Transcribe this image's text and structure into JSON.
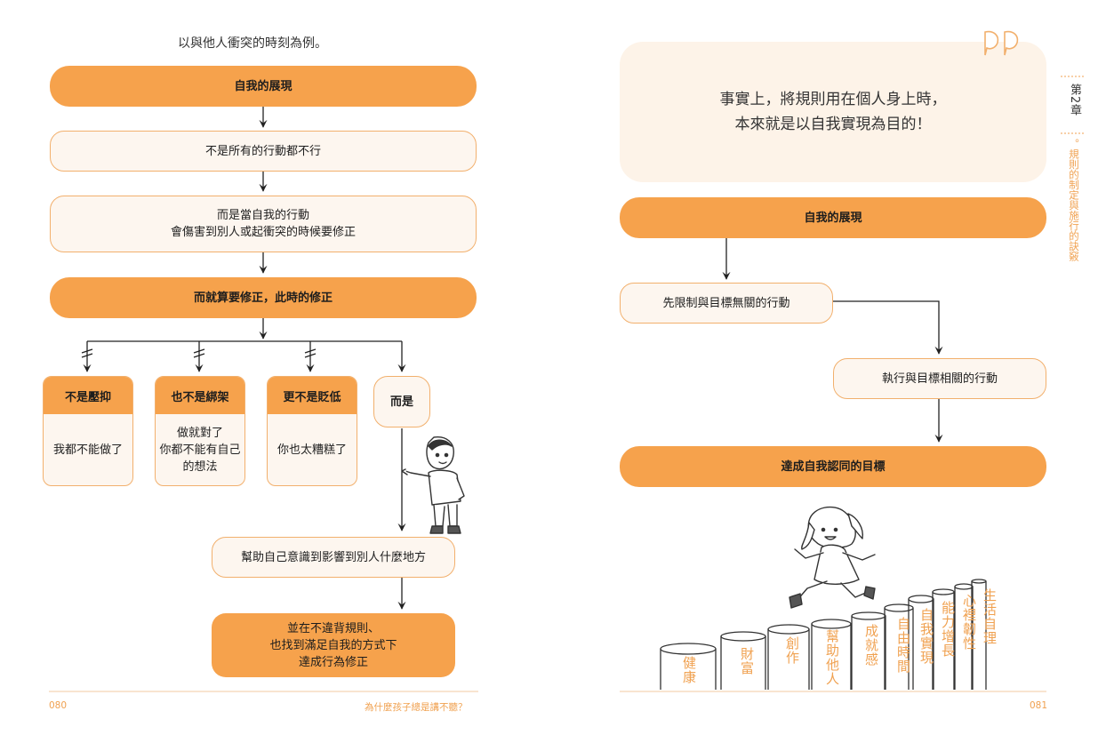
{
  "left_page": {
    "intro": "以與他人衝突的時刻為例。",
    "flow": {
      "b1": "自我的展現",
      "b2": "不是所有的行動都不行",
      "b3": "而是當自我的行動\n會傷害到別人或起衝突的時候要修正",
      "b4": "而就算要修正，此時的修正",
      "cards": [
        {
          "title": "不是壓抑",
          "body": "我都不能做了"
        },
        {
          "title": "也不是綁架",
          "body": "做就對了\n你都不能有自己\n的想法"
        },
        {
          "title": "更不是貶低",
          "body": "你也太糟糕了"
        }
      ],
      "but": "而是",
      "b5": "幫助自己意識到影響到別人什麼地方",
      "b6": "並在不違背規則、\n也找到滿足自我的方式下\n達成行為修正"
    },
    "page_number": "080",
    "book_title": "為什麼孩子總是講不聽？"
  },
  "right_page": {
    "quote": "事實上，將規則用在個人身上時，\n本來就是以自我實現為目的！",
    "flow": {
      "r1": "自我的展現",
      "r2": "先限制與目標無關的行動",
      "r3": "執行與目標相關的行動",
      "r4": "達成自我認同的目標"
    },
    "steps": [
      "健康",
      "財富",
      "創作",
      "幫助他人",
      "成就感",
      "自由時間",
      "自我實現",
      "能力增長",
      "心裡韌性",
      "生活自理"
    ],
    "chapter": "第2章",
    "chapter_sub": "。規則的制定與施行的訣竅",
    "page_number": "081"
  },
  "colors": {
    "accent": "#f6a24c",
    "light_fill": "#fdf6ef",
    "border": "#f2b06d"
  }
}
